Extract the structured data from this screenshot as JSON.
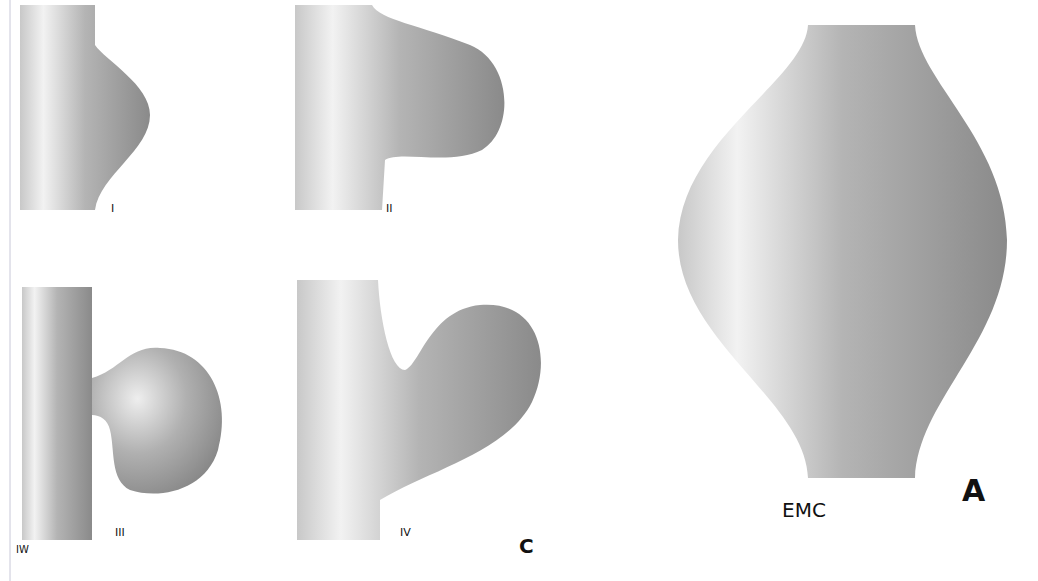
{
  "diagram": {
    "labels": [
      "I",
      "II",
      "III",
      "IV",
      "IW",
      "C",
      "EMC",
      "A"
    ]
  }
}
